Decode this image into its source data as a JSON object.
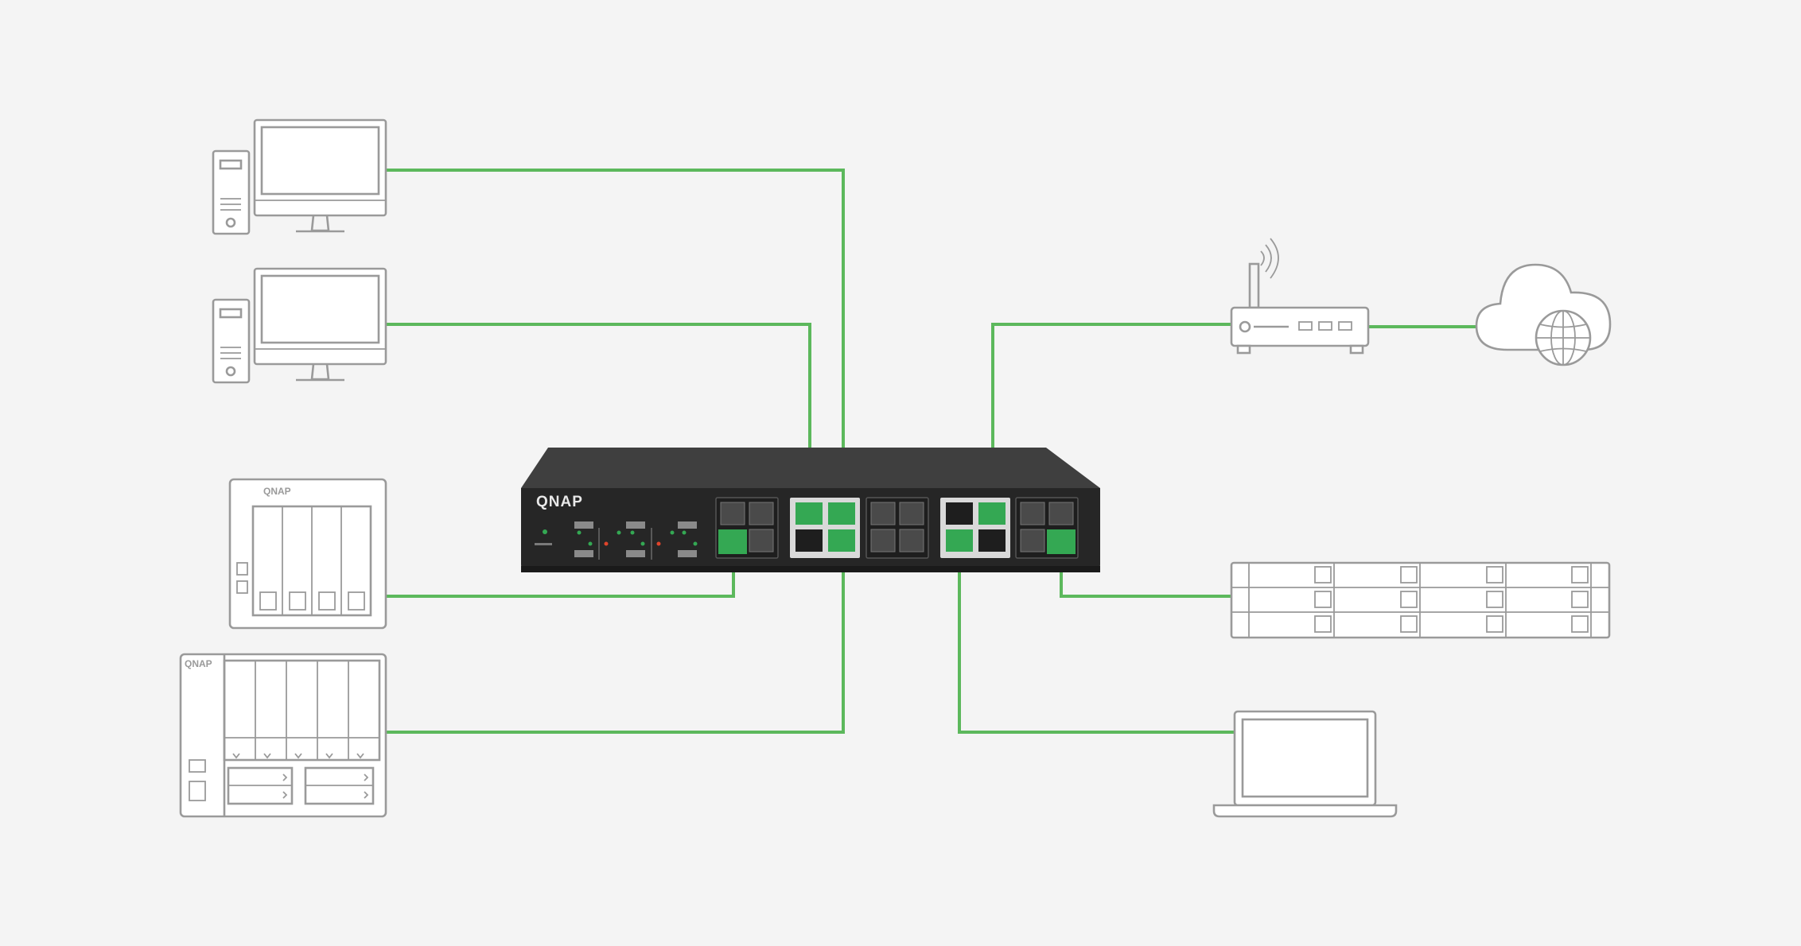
{
  "device_labels": {
    "nas_desktop_small": "QNAP",
    "nas_desktop_large": "QNAP",
    "switch_brand": "QNAP"
  },
  "colors": {
    "link": "#5cb85c",
    "port_active": "#34a853",
    "device_stroke": "#9a9a9a",
    "switch_body": "#2c2c2c",
    "background": "#f4f4f4"
  },
  "icons": [
    "desktop-pc-icon",
    "nas-4bay-icon",
    "nas-6bay-icon",
    "router-icon",
    "cloud-globe-icon",
    "rackmount-nas-icon",
    "laptop-icon",
    "network-switch-icon"
  ]
}
